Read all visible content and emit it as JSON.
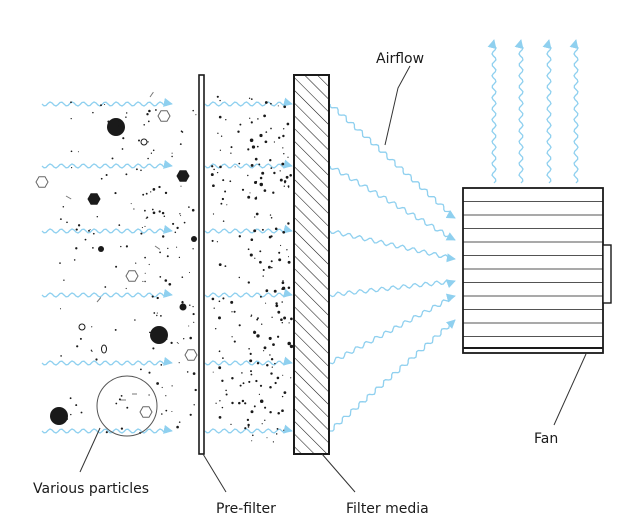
{
  "labels": {
    "airflow": "Airflow",
    "fan": "Fan",
    "various_particles": "Various particles",
    "pre_filter": "Pre-filter",
    "filter_media": "Filter media"
  },
  "colors": {
    "airflow": "#8fd0ef",
    "ink": "#1a1a1a",
    "particle_outline": "#666666"
  }
}
